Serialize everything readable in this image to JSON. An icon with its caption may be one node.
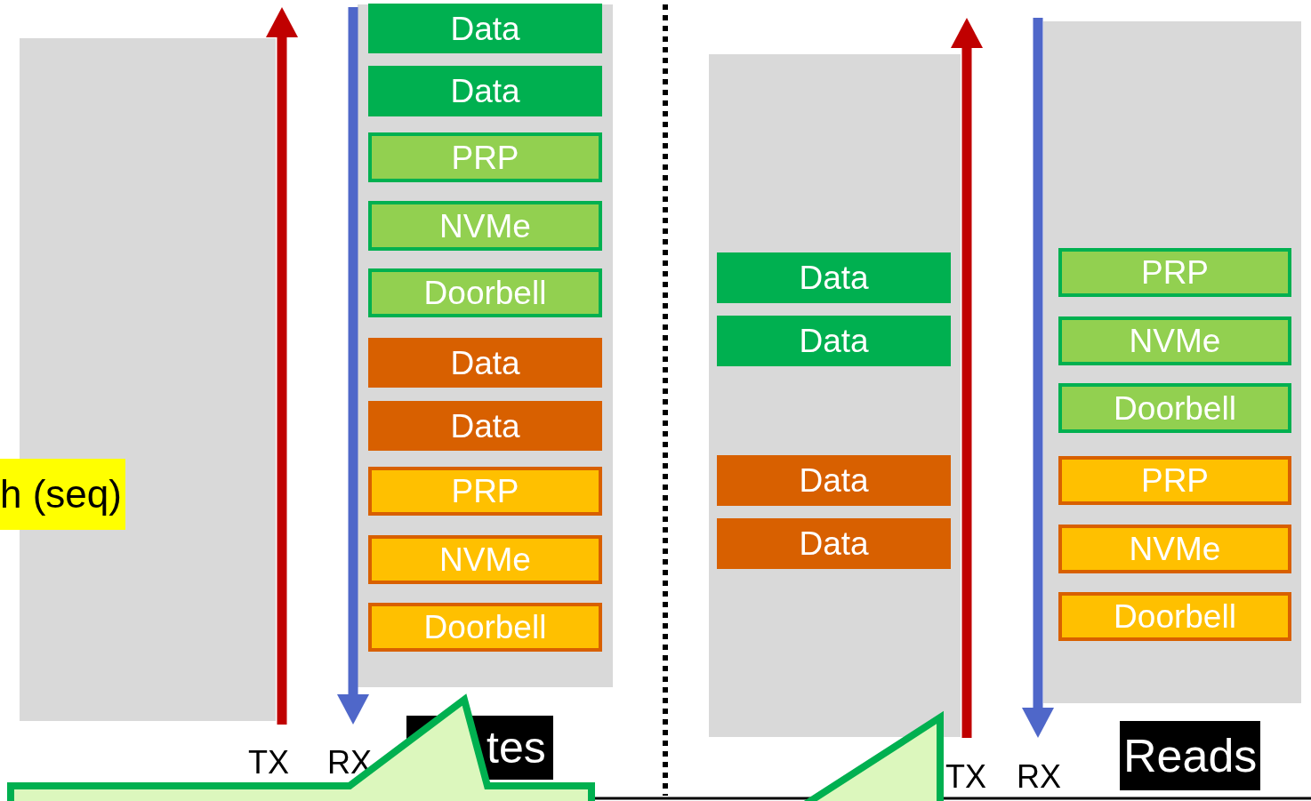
{
  "diagram": {
    "nodes": [
      {
        "text": [],
        "shape": "box"
      },
      {
        "text": [],
        "shape": "box"
      },
      {
        "text": [
          "Data"
        ],
        "in": 1
      },
      {
        "text": [
          "Data"
        ],
        "in": 1
      },
      {
        "text": [
          "PRP"
        ],
        "in": 1
      },
      {
        "text": [
          "NVMe"
        ],
        "in": 1
      },
      {
        "text": [
          "Doorbell"
        ],
        "in": 1
      },
      {
        "text": [
          "Data"
        ],
        "in": 1
      },
      {
        "text": [
          "Data"
        ],
        "in": 1
      },
      {
        "text": [
          "PRP"
        ],
        "in": 1
      },
      {
        "text": [
          "NVMe"
        ],
        "in": 1
      },
      {
        "text": [
          "Doorbell"
        ],
        "in": 1
      },
      {
        "text": [],
        "shape": "box"
      },
      {
        "text": [
          "Data"
        ],
        "in": 12
      },
      {
        "text": [
          "Data"
        ],
        "in": 12
      },
      {
        "text": [
          "Data"
        ],
        "in": 12
      },
      {
        "text": [
          "Data"
        ],
        "in": 12
      },
      {
        "text": [],
        "shape": "box"
      },
      {
        "text": [
          "PRP"
        ],
        "in": 17
      },
      {
        "text": [
          "NVMe"
        ],
        "in": 17
      },
      {
        "text": [
          "Doorbell"
        ],
        "in": 17
      },
      {
        "text": [
          "PRP"
        ],
        "in": 17
      },
      {
        "text": [
          "NVMe"
        ],
        "in": 17
      },
      {
        "text": [
          "Doorbell"
        ],
        "in": 17
      },
      {
        "text": [],
        "shape": "callout"
      },
      {
        "text": [],
        "shape": "callout"
      }
    ],
    "labels": [
      "h (seq)",
      "TX",
      "RX",
      "tes",
      "TX",
      "RX",
      "Reads"
    ]
  }
}
